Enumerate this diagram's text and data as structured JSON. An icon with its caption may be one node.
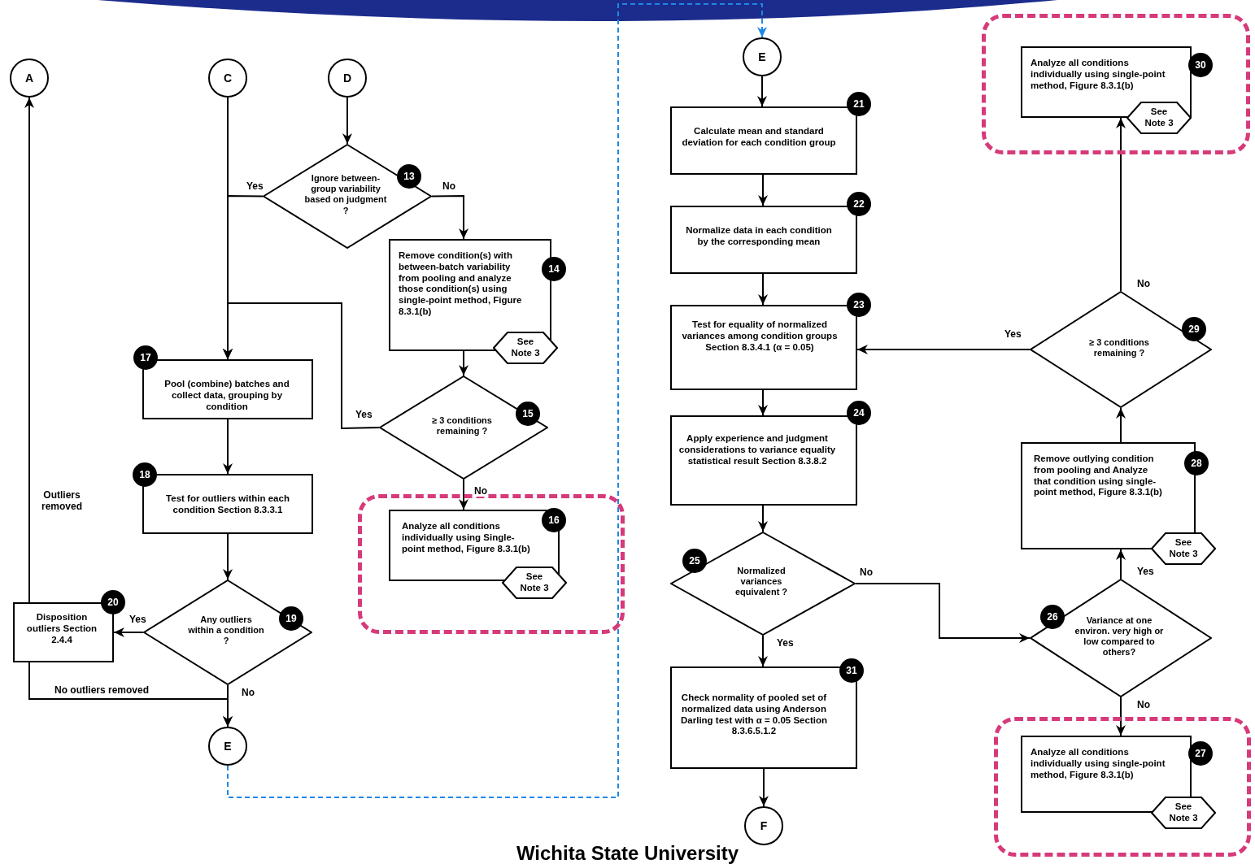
{
  "diagram": {
    "nodes": [
      {
        "text": [
          "A"
        ]
      },
      {
        "text": [
          "C"
        ]
      },
      {
        "text": [
          "D"
        ]
      },
      {
        "text": [
          "Ignore between-group variability based on judgment ?",
          "13"
        ]
      },
      {
        "text": [
          "Remove condition(s) with between-batch variability from pooling and analyze those condition(s) using single-point method, Figure 8.3.1(b)",
          "14",
          "See Note 3"
        ]
      },
      {
        "text": [
          "15",
          "≥ 3 conditions remaining ?"
        ]
      },
      {
        "text": [],
        "shape": "box"
      },
      {
        "text": [
          "16",
          "Analyze all conditions individually using Single-point method, Figure 8.3.1(b)",
          "See Note 3"
        ],
        "in": 6
      },
      {
        "text": [
          "17",
          "Pool (combine) batches and collect data, grouping by condition"
        ]
      },
      {
        "text": [
          "18",
          "Test for outliers within each condition Section 8.3.3.1"
        ]
      },
      {
        "text": [
          "Any outliers within a condition ?",
          "19"
        ]
      },
      {
        "text": [
          "20",
          "Disposition outliers Section 2.4.4"
        ]
      },
      {
        "text": [
          "E"
        ]
      },
      {
        "text": [
          "E"
        ]
      },
      {
        "text": [
          "21",
          "Calculate mean and standard deviation for each condition group"
        ]
      },
      {
        "text": [
          "22",
          "Normalize data in each condition by the corresponding mean"
        ]
      },
      {
        "text": [
          "23",
          "Test for equality of normalized variances among condition groups Section 8.3.4.1 (α = 0.05)"
        ]
      },
      {
        "text": [
          "24",
          "Apply experience and judgment considerations to variance equality statistical result Section 8.3.8.2"
        ]
      },
      {
        "text": [
          "25",
          "Normalized variances equivalent ?"
        ]
      },
      {
        "text": [
          "31",
          "Check normality of pooled set of normalized data using Anderson Darling test with α = 0.05 Section 8.3.6.5.1.2"
        ]
      },
      {
        "text": [
          "F"
        ]
      },
      {
        "text": [],
        "shape": "box"
      },
      {
        "text": [
          "Analyze all conditions individually using single-point method, Figure 8.3.1(b)",
          "30",
          "See Note 3"
        ],
        "in": 21
      },
      {
        "text": [
          "29",
          "≥ 3 conditions remaining ?"
        ]
      },
      {
        "text": [
          "Remove outlying condition from pooling and Analyze that condition using single-point method, Figure 8.3.1(b)",
          "28",
          "See Note 3"
        ]
      },
      {
        "text": [
          "26",
          "Variance at one environ. very high or low compared to others?"
        ]
      },
      {
        "text": [],
        "shape": "box"
      },
      {
        "text": [
          "Analyze all conditions individually using single-point method, Figure 8.3.1(b)",
          "27",
          "See Note 3"
        ],
        "in": 26
      }
    ],
    "edges": [
      {
        "from": 2,
        "to": 3,
        "arrow": "to"
      },
      {
        "from": 3,
        "to": 8,
        "arrow": "to",
        "label": "Yes"
      },
      {
        "from": 3,
        "to": 4,
        "arrow": "to",
        "label": "No"
      },
      {
        "from": 4,
        "to": 5,
        "arrow": "to"
      },
      {
        "from": 5,
        "to": 8,
        "arrow": "to",
        "label": "Yes"
      },
      {
        "from": 5,
        "to": 7,
        "arrow": "to",
        "label": "No"
      },
      {
        "from": 1,
        "to": 8,
        "arrow": "to"
      },
      {
        "from": 8,
        "to": 9,
        "arrow": "to"
      },
      {
        "from": 9,
        "to": 10,
        "arrow": "to"
      },
      {
        "from": 10,
        "to": 11,
        "arrow": "to",
        "label": "Yes"
      },
      {
        "from": 10,
        "to": 12,
        "arrow": "to",
        "label": "No"
      },
      {
        "from": 11,
        "to": 0,
        "arrow": "to",
        "label": "Outliers removed"
      },
      {
        "from": 11,
        "to": 12,
        "arrow": "to",
        "label": "No outliers removed"
      },
      {
        "from": 12,
        "to": 13,
        "arrow": "to",
        "style": "dashed",
        "color": "#1e88e5"
      },
      {
        "from": 13,
        "to": 14,
        "arrow": "to"
      },
      {
        "from": 14,
        "to": 15,
        "arrow": "to"
      },
      {
        "from": 15,
        "to": 16,
        "arrow": "to"
      },
      {
        "from": 16,
        "to": 17,
        "arrow": "to"
      },
      {
        "from": 17,
        "to": 18,
        "arrow": "to"
      },
      {
        "from": 18,
        "to": 19,
        "arrow": "to",
        "label": "Yes"
      },
      {
        "from": 18,
        "to": 25,
        "arrow": "to",
        "label": "No"
      },
      {
        "from": 25,
        "to": 24,
        "arrow": "to",
        "label": "Yes"
      },
      {
        "from": 25,
        "to": 27,
        "arrow": "to",
        "label": "No"
      },
      {
        "from": 24,
        "to": 23,
        "arrow": "to"
      },
      {
        "from": 23,
        "to": 16,
        "arrow": "to",
        "label": "Yes"
      },
      {
        "from": 23,
        "to": 22,
        "arrow": "to",
        "label": "No"
      },
      {
        "from": 19,
        "to": 20,
        "arrow": "to"
      }
    ],
    "labels": [
      "Wichita State University"
    ]
  }
}
